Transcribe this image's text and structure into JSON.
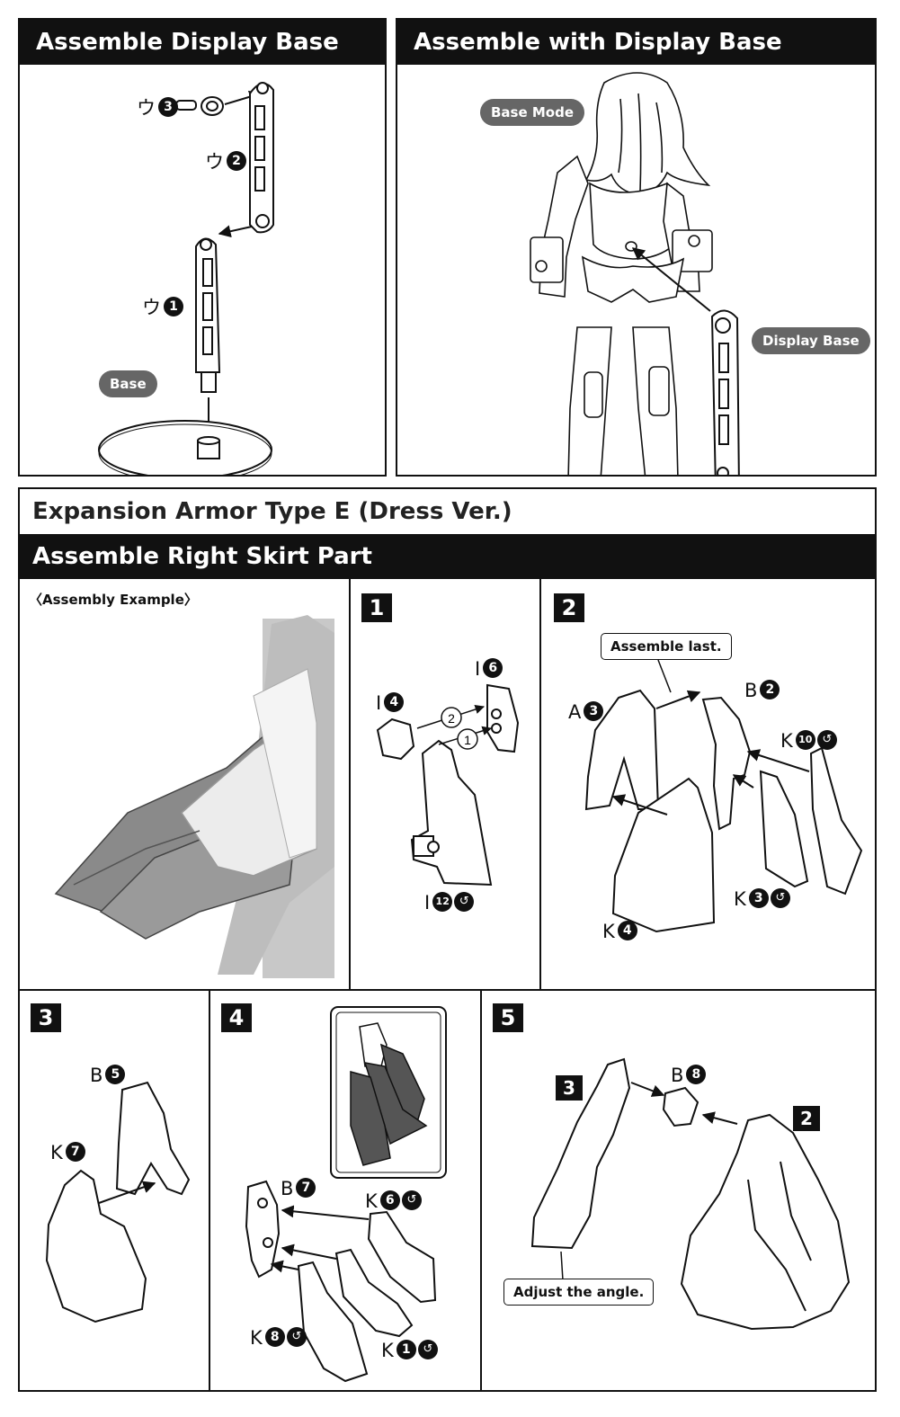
{
  "top_left": {
    "title": "Assemble Display Base",
    "base_label": "Base"
  },
  "top_right": {
    "title": "Assemble with Display Base",
    "base_mode_label": "Base Mode",
    "display_base_label": "Display Base"
  },
  "section": {
    "title": "Expansion Armor Type E (Dress Ver.)",
    "subtitle": "Assemble Right Skirt Part",
    "example_label": "〈Assembly Example〉"
  },
  "notes": {
    "assemble_last": "Assemble last.",
    "adjust_angle": "Adjust the angle."
  },
  "steps": [
    "1",
    "2",
    "3",
    "4",
    "5"
  ],
  "order_marks": [
    "2",
    "1"
  ],
  "part_labels": {
    "u3": {
      "letter": "ウ",
      "num": "3"
    },
    "u2": {
      "letter": "ウ",
      "num": "2"
    },
    "u1": {
      "letter": "ウ",
      "num": "1"
    },
    "s1_i6": {
      "letter": "I",
      "num": "6"
    },
    "s1_i4": {
      "letter": "I",
      "num": "4"
    },
    "s1_i12": {
      "letter": "I",
      "num": "12"
    },
    "s2_a3": {
      "letter": "A",
      "num": "3"
    },
    "s2_b2": {
      "letter": "B",
      "num": "2"
    },
    "s2_k10": {
      "letter": "K",
      "num": "10"
    },
    "s2_k3": {
      "letter": "K",
      "num": "3"
    },
    "s2_k4": {
      "letter": "K",
      "num": "4"
    },
    "s3_b5": {
      "letter": "B",
      "num": "5"
    },
    "s3_k7": {
      "letter": "K",
      "num": "7"
    },
    "s4_b7": {
      "letter": "B",
      "num": "7"
    },
    "s4_k6": {
      "letter": "K",
      "num": "6"
    },
    "s4_k8": {
      "letter": "K",
      "num": "8"
    },
    "s4_k1": {
      "letter": "K",
      "num": "1"
    },
    "s5_b8": {
      "letter": "B",
      "num": "8"
    }
  },
  "step5_refs": [
    "3",
    "2"
  ]
}
